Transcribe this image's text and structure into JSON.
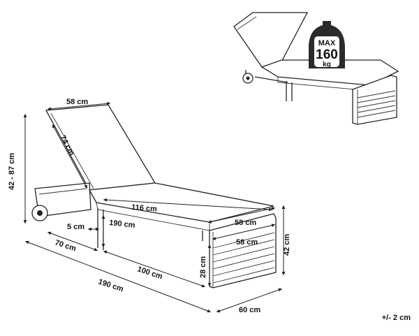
{
  "dimensions": {
    "seat_width_top": "58 cm",
    "backrest_length": "74 cm",
    "backrest_height_range": "42 - 87 cm",
    "cushion_length": "116 cm",
    "seat_width_front": "58 cm",
    "front_width_lower": "58 cm",
    "gap_small": "5 cm",
    "inner_length": "190 cm",
    "rear_section": "70 cm",
    "front_section": "100 cm",
    "total_length": "190 cm",
    "seat_height": "42 cm",
    "frame_height": "28 cm",
    "total_width": "60 cm"
  },
  "max_load": {
    "line1": "MAX",
    "line2": "160",
    "line3": "kg"
  },
  "tolerance": "+/- 2 cm",
  "icons": [
    "weight-icon",
    "wheel-icon"
  ]
}
